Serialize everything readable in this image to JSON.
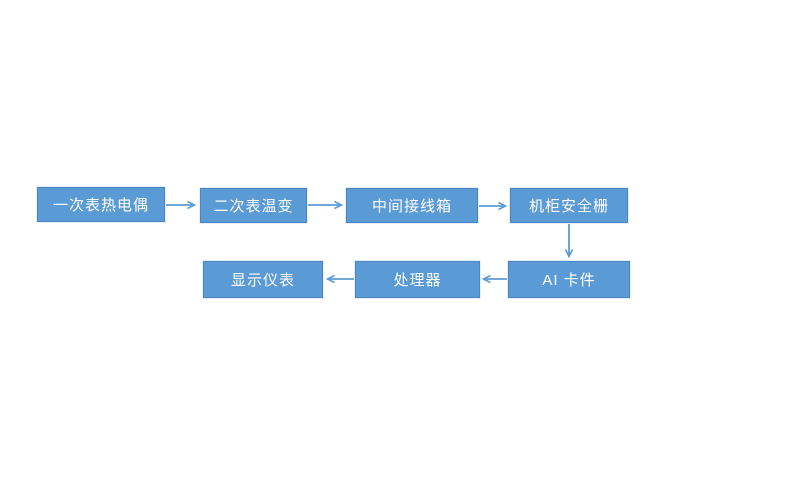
{
  "diagram": {
    "type": "flowchart",
    "background": "#FFFFFF",
    "colors": {
      "node_fill": "#5B9BD5",
      "node_border": "#4A86C5",
      "arrow": "#5B9BD5",
      "text": "#FFFFFF",
      "background": "#FFFFFF"
    },
    "nodes": [
      {
        "id": "primary-thermocouple",
        "label": "一次表热电偶",
        "row": 1
      },
      {
        "id": "secondary-transmitter",
        "label": "二次表温变",
        "row": 1
      },
      {
        "id": "junction-box",
        "label": "中间接线箱",
        "row": 1
      },
      {
        "id": "safety-barrier",
        "label": "机柜安全栅",
        "row": 1
      },
      {
        "id": "ai-card",
        "label": "AI 卡件",
        "row": 2
      },
      {
        "id": "processor",
        "label": "处理器",
        "row": 2
      },
      {
        "id": "display-instrument",
        "label": "显示仪表",
        "row": 2
      }
    ],
    "edges": [
      {
        "from": "primary-thermocouple",
        "to": "secondary-transmitter",
        "direction": "right"
      },
      {
        "from": "secondary-transmitter",
        "to": "junction-box",
        "direction": "right"
      },
      {
        "from": "junction-box",
        "to": "safety-barrier",
        "direction": "right"
      },
      {
        "from": "safety-barrier",
        "to": "ai-card",
        "direction": "down"
      },
      {
        "from": "ai-card",
        "to": "processor",
        "direction": "left"
      },
      {
        "from": "processor",
        "to": "display-instrument",
        "direction": "left"
      }
    ]
  }
}
